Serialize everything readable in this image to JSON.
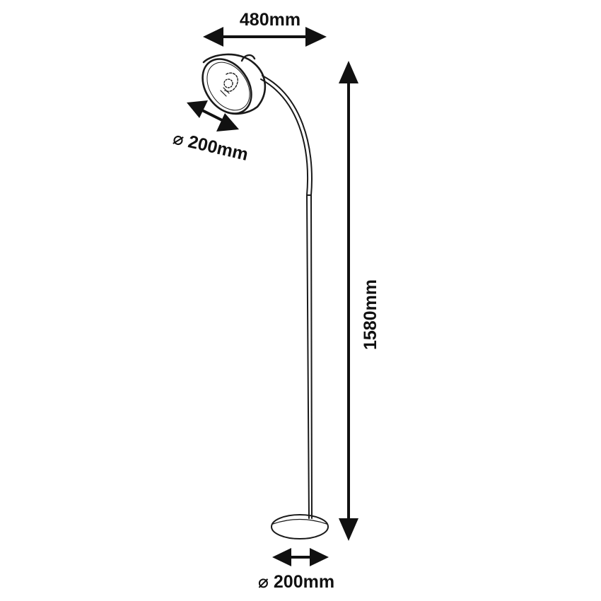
{
  "dimensions": {
    "width": {
      "label": "480mm"
    },
    "shade_diameter": {
      "label": "⌀ 200mm"
    },
    "height": {
      "label": "1580mm"
    },
    "base_diameter": {
      "label": "⌀ 200mm"
    }
  },
  "colors": {
    "line": "#1a1a1a",
    "background": "#ffffff"
  }
}
